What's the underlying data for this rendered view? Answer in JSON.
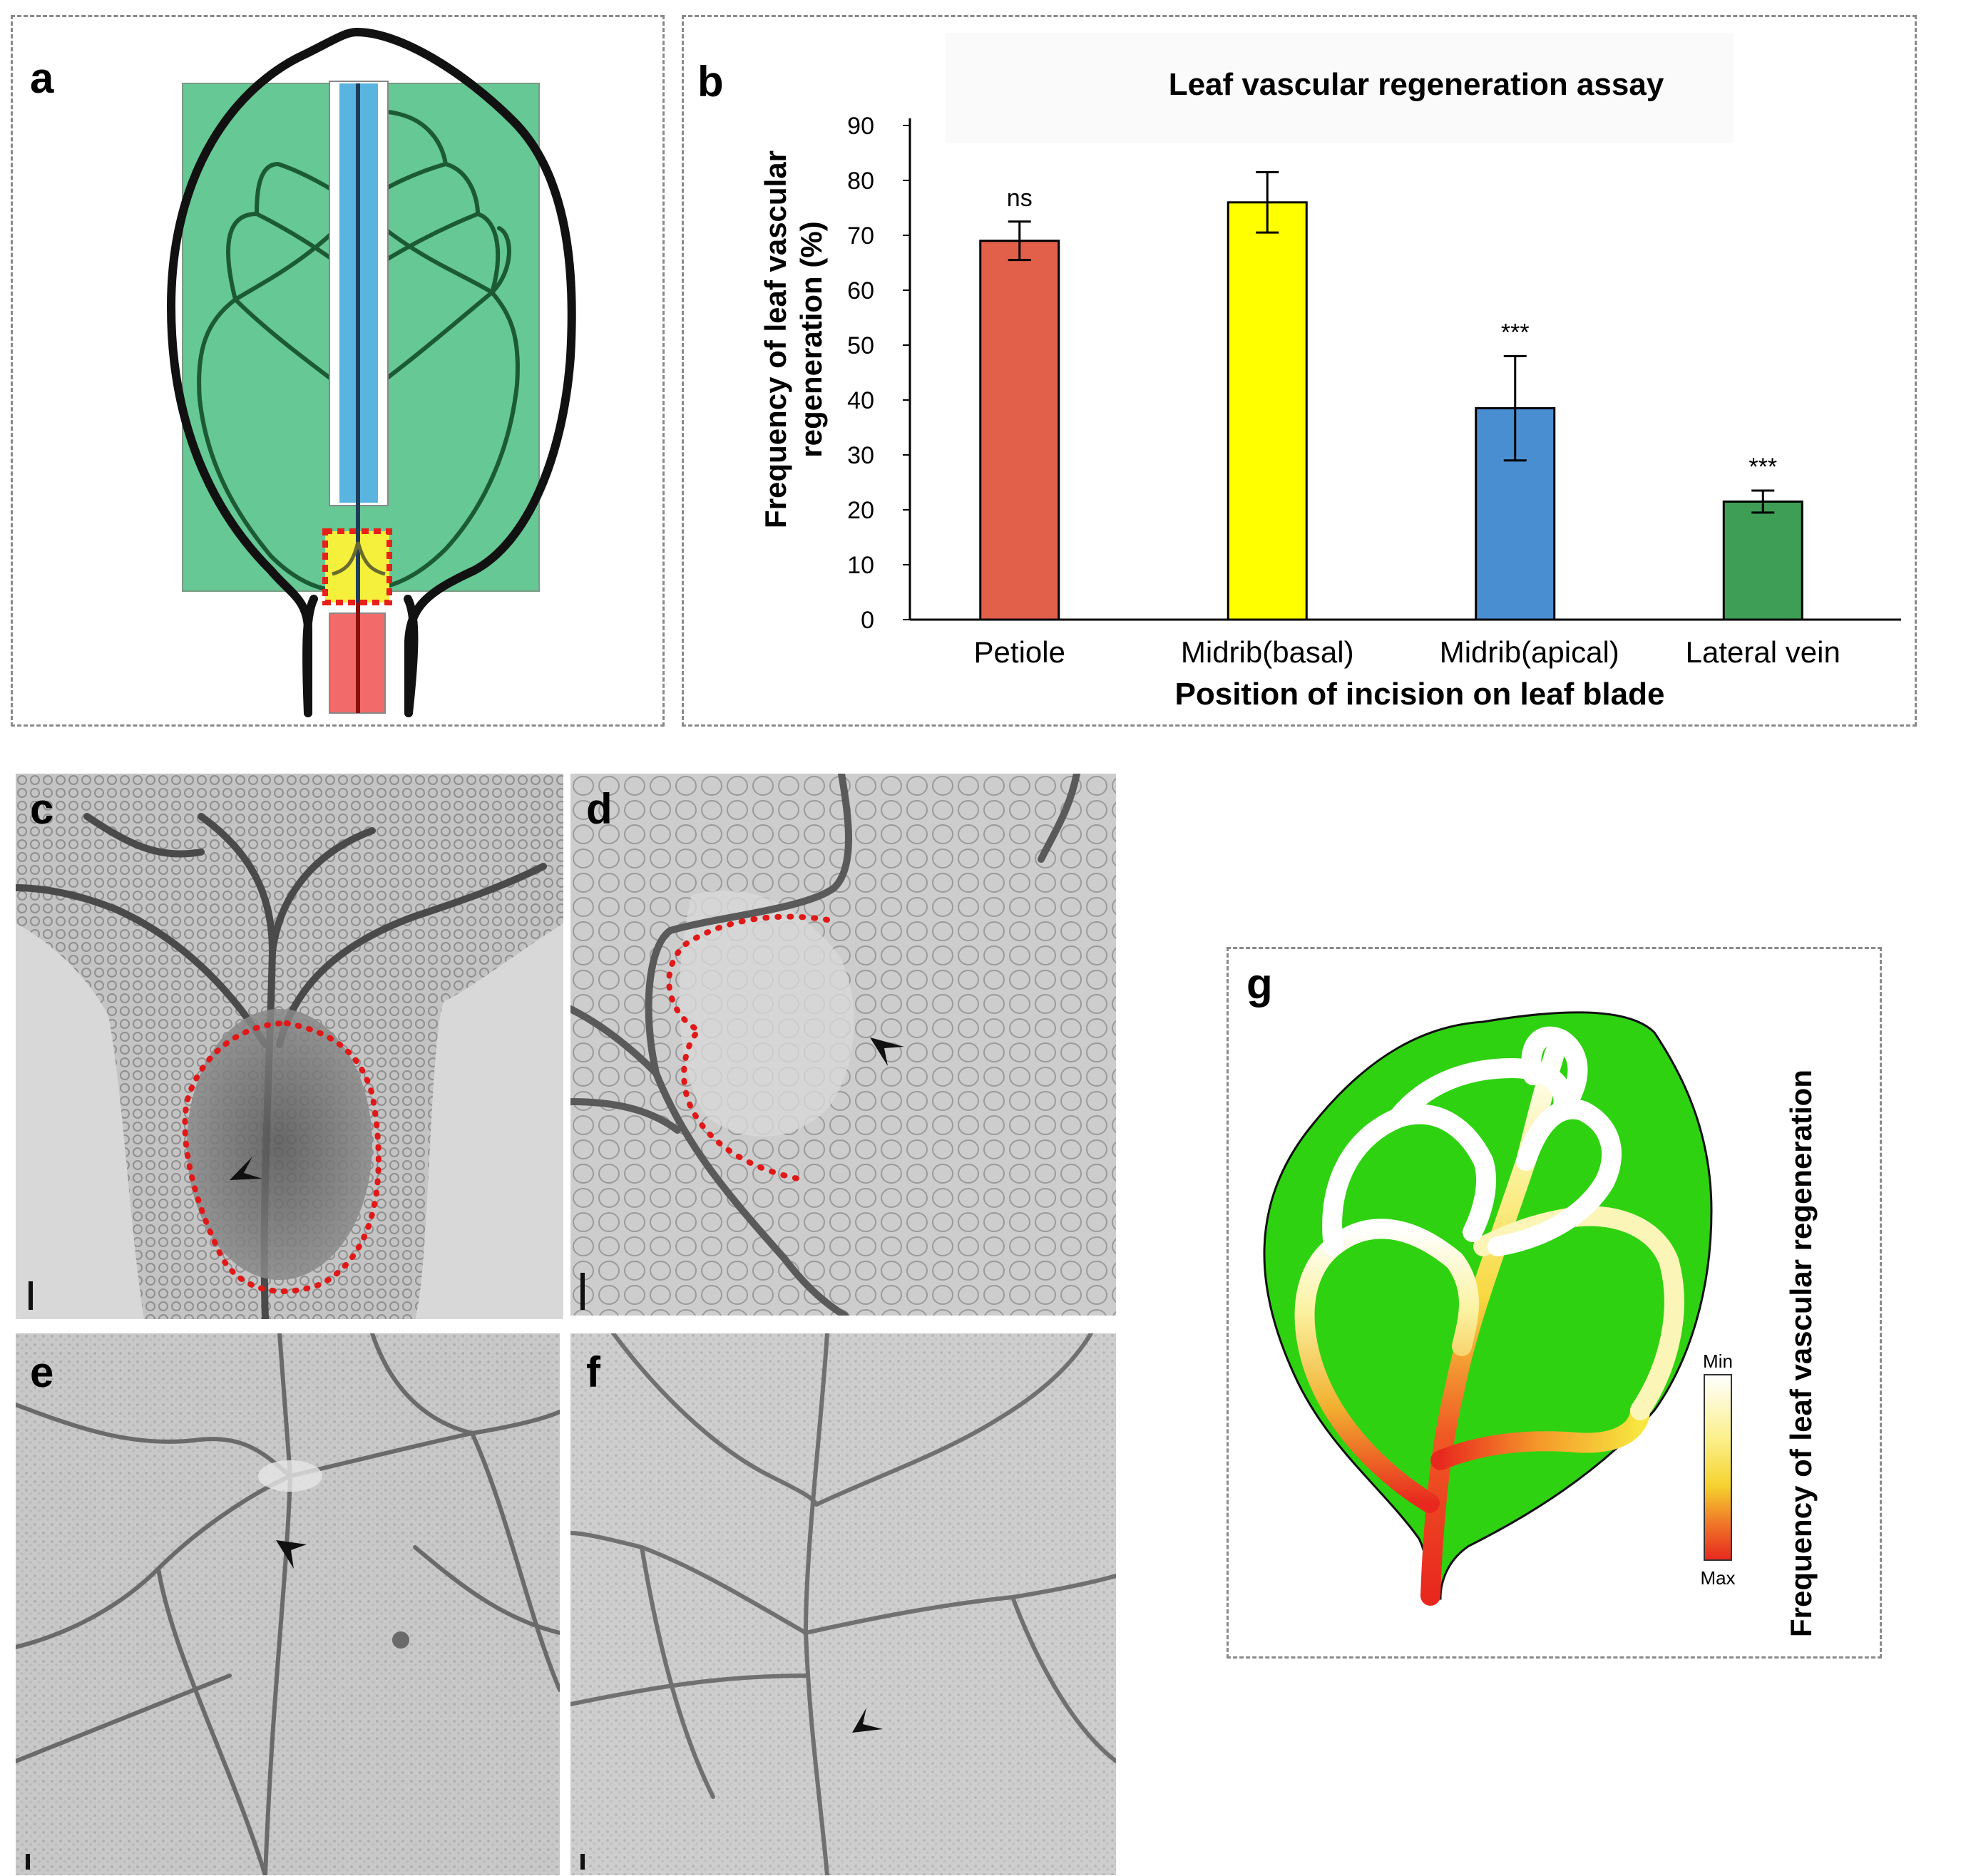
{
  "panels": {
    "a": {
      "label": "a"
    },
    "b": {
      "label": "b"
    },
    "c": {
      "label": "c"
    },
    "d": {
      "label": "d"
    },
    "e": {
      "label": "e"
    },
    "f": {
      "label": "f"
    },
    "g": {
      "label": "g"
    }
  },
  "chart_data": {
    "type": "bar",
    "title": "Leaf vascular regeneration assay",
    "xlabel": "Position of incision on leaf blade",
    "ylabel": "Frequency of leaf vascular regeneration (%)",
    "ylabel_lines": [
      "Frequency of leaf vascular",
      "regeneration (%)"
    ],
    "ylim": [
      0,
      90
    ],
    "yticks": [
      0,
      10,
      20,
      30,
      40,
      50,
      60,
      70,
      80,
      90
    ],
    "categories": [
      "Petiole",
      "Midrib(basal)",
      "Midrib(apical)",
      "Lateral vein"
    ],
    "values": [
      69,
      76,
      38.5,
      21.5
    ],
    "errors": [
      3.5,
      5.5,
      9.5,
      2
    ],
    "colors": [
      "#e2604a",
      "#ffff00",
      "#4a8ed2",
      "#3f9e55"
    ],
    "significance": [
      "ns",
      "",
      "***",
      "***"
    ],
    "grid": false,
    "legend": "none"
  },
  "panel_g": {
    "colorbar_title": "Frequency of leaf vascular regeneration",
    "colorbar_min": "Min",
    "colorbar_max": "Max",
    "colors": {
      "leaf": "#2fd210",
      "max": "#e8281e",
      "mid": "#f5e046",
      "min": "#ffffff"
    }
  },
  "panel_a": {
    "colors": {
      "green": "#66c894",
      "blue": "#5ab4e0",
      "yellow": "#f5f03c",
      "red": "#f26a6a",
      "vein": "#1c5a36",
      "outline": "#111111",
      "dashed": "#e8201a"
    }
  }
}
